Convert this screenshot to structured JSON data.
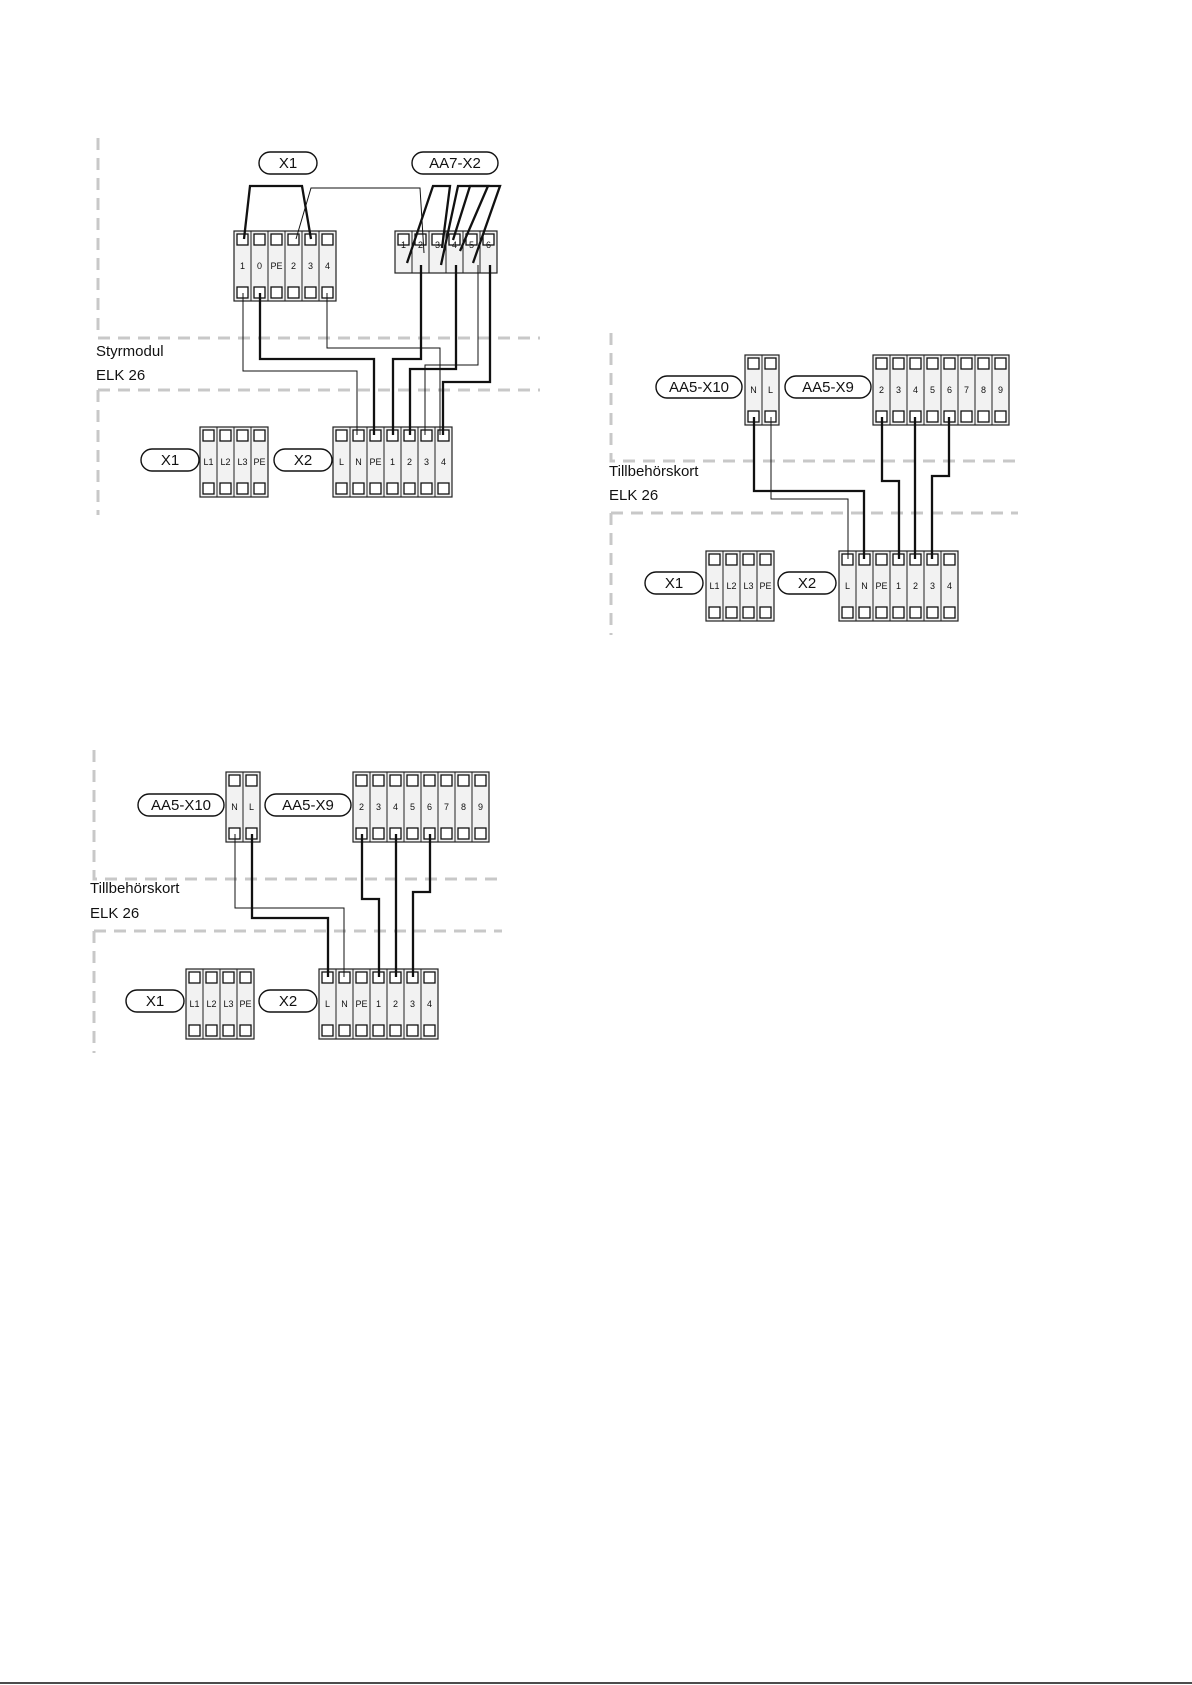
{
  "diagrams": [
    {
      "caption": [
        "Styrmodul",
        "ELK 26"
      ],
      "blocks": [
        {
          "tag": "X1",
          "terminals": [
            "1",
            "0",
            "PE",
            "2",
            "3",
            "4"
          ]
        },
        {
          "tag": "AA7-X2",
          "terminals": [
            "1",
            "2",
            "3",
            "4",
            "5",
            "6"
          ]
        },
        {
          "tag": "X1",
          "terminals": [
            "L1",
            "L2",
            "L3",
            "PE"
          ]
        },
        {
          "tag": "X2",
          "terminals": [
            "L",
            "N",
            "PE",
            "1",
            "2",
            "3",
            "4"
          ]
        }
      ]
    },
    {
      "caption": [
        "Tillbehörskort",
        "ELK 26"
      ],
      "blocks": [
        {
          "tag": "AA5-X10",
          "terminals": [
            "N",
            "L"
          ]
        },
        {
          "tag": "AA5-X9",
          "terminals": [
            "2",
            "3",
            "4",
            "5",
            "6",
            "7",
            "8",
            "9"
          ]
        },
        {
          "tag": "X1",
          "terminals": [
            "L1",
            "L2",
            "L3",
            "PE"
          ]
        },
        {
          "tag": "X2",
          "terminals": [
            "L",
            "N",
            "PE",
            "1",
            "2",
            "3",
            "4"
          ]
        }
      ]
    },
    {
      "caption": [
        "Tillbehörskort",
        "ELK 26"
      ],
      "blocks": [
        {
          "tag": "AA5-X10",
          "terminals": [
            "N",
            "L"
          ]
        },
        {
          "tag": "AA5-X9",
          "terminals": [
            "2",
            "3",
            "4",
            "5",
            "6",
            "7",
            "8",
            "9"
          ]
        },
        {
          "tag": "X1",
          "terminals": [
            "L1",
            "L2",
            "L3",
            "PE"
          ]
        },
        {
          "tag": "X2",
          "terminals": [
            "L",
            "N",
            "PE",
            "1",
            "2",
            "3",
            "4"
          ]
        }
      ]
    }
  ]
}
